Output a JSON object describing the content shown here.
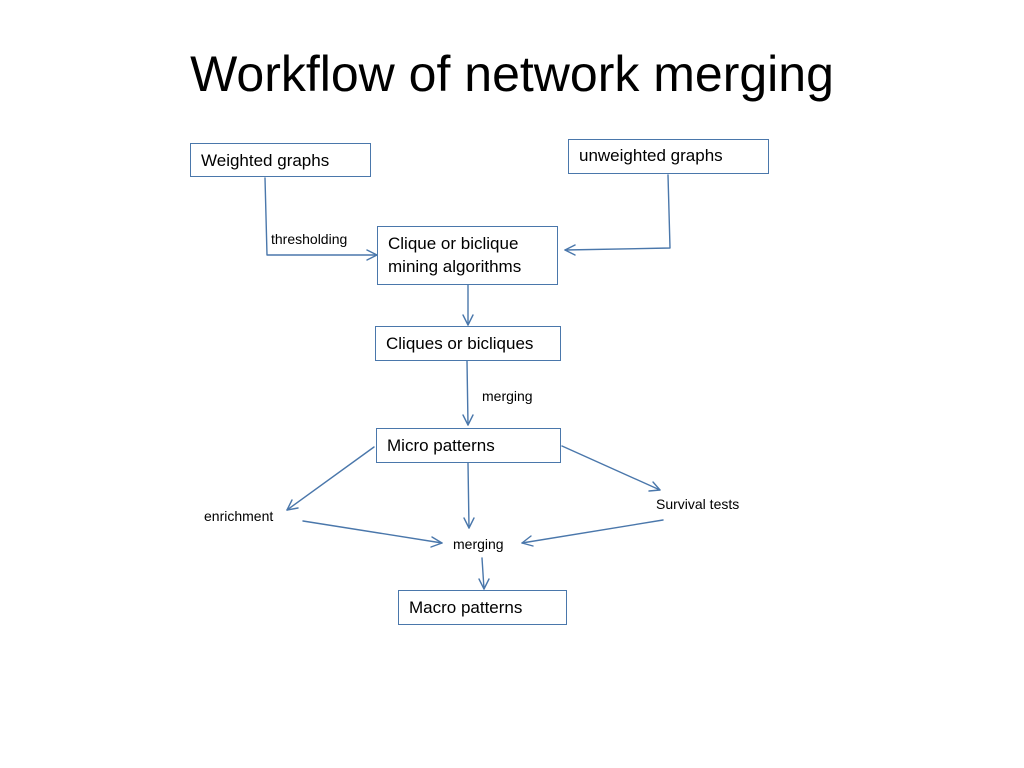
{
  "title": "Workflow of network merging",
  "nodes": {
    "weighted_graphs": "Weighted graphs",
    "unweighted_graphs": "unweighted graphs",
    "mining_line1": "Clique or biclique",
    "mining_line2": "mining algorithms",
    "cliques": "Cliques or bicliques",
    "micro_patterns": "Micro patterns",
    "macro_patterns": "Macro patterns"
  },
  "labels": {
    "thresholding": "thresholding",
    "merging_1": "merging",
    "enrichment": "enrichment",
    "survival_tests": "Survival tests",
    "merging_2": "merging"
  },
  "colors": {
    "arrow": "#4a77ab",
    "box_border": "#4a77ab"
  }
}
